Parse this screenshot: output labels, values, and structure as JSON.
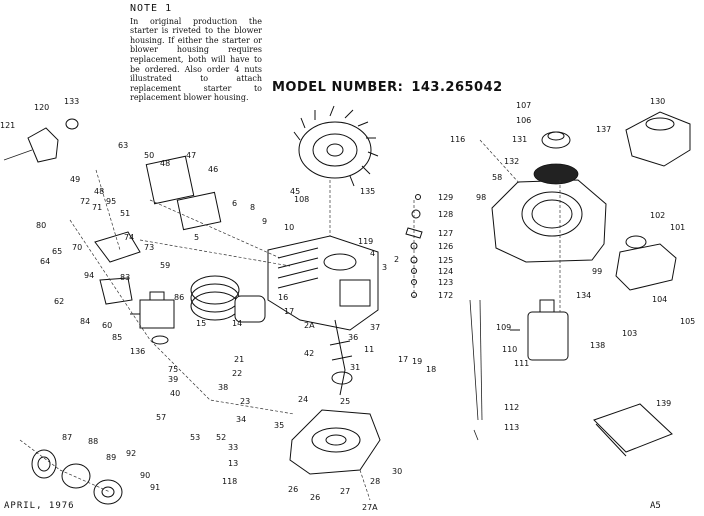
{
  "note": {
    "title": "NOTE 1",
    "text": "In original production the starter is riveted to the blower housing. If either the starter or blower housing requires replacement, both will have to be ordered. Also order 4 nuts illustrated to attach replacement starter to replacement blower housing."
  },
  "model": {
    "label": "MODEL NUMBER:",
    "number": "143.265042"
  },
  "footer": {
    "date": "APRIL, 1976",
    "page": "A5"
  },
  "part_numbers": {
    "p121": "121",
    "p120": "120",
    "p133": "133",
    "p63": "63",
    "p50": "50",
    "p48": "48",
    "p47": "47",
    "p46": "46",
    "p49": "49",
    "p48b": "48",
    "p95": "95",
    "p72": "72",
    "p71": "71",
    "p51": "51",
    "p80": "80",
    "p70": "70",
    "p74": "74",
    "p73": "73",
    "p65": "65",
    "p64": "64",
    "p94": "94",
    "p59": "59",
    "p62": "62",
    "p83": "83",
    "p84": "84",
    "p60": "60",
    "p86": "86",
    "p85": "85",
    "p136": "136",
    "p15": "15",
    "p14": "14",
    "p16": "16",
    "p17": "17",
    "p2A": "2A",
    "p42": "42",
    "p36": "36",
    "p37": "37",
    "p11": "11",
    "p75": "75",
    "p39": "39",
    "p40": "40",
    "p21": "21",
    "p22": "22",
    "p38": "38",
    "p23": "23",
    "p57": "57",
    "p53": "53",
    "p52": "52",
    "p34": "34",
    "p35": "35",
    "p33": "33",
    "p13": "13",
    "p118": "118",
    "p87": "87",
    "p88": "88",
    "p89": "89",
    "p92": "92",
    "p90": "90",
    "p91": "91",
    "p24": "24",
    "p25": "25",
    "p26": "26",
    "p27": "27",
    "p28": "28",
    "p27A": "27A",
    "p30": "30",
    "p31": "31",
    "p17b": "17",
    "p19": "19",
    "p18": "18",
    "p45": "45",
    "p108": "108",
    "p135": "135",
    "p119": "119",
    "p4": "4",
    "p9": "9",
    "p8": "8",
    "p10": "10",
    "p6": "6",
    "p5": "5",
    "p3": "3",
    "p2": "2",
    "p129": "129",
    "p128": "128",
    "p127": "127",
    "p126": "126",
    "p125": "125",
    "p124": "124",
    "p123": "123",
    "p172": "172",
    "p116": "116",
    "p58": "58",
    "p98": "98",
    "p107": "107",
    "p106": "106",
    "p131": "131",
    "p132": "132",
    "p130": "130",
    "p137": "137",
    "p102": "102",
    "p101": "101",
    "p99": "99",
    "p134": "134",
    "p104": "104",
    "p103": "103",
    "p105": "105",
    "p109": "109",
    "p110": "110",
    "p111": "111",
    "p138": "138",
    "p112": "112",
    "p113": "113",
    "p139": "139"
  }
}
